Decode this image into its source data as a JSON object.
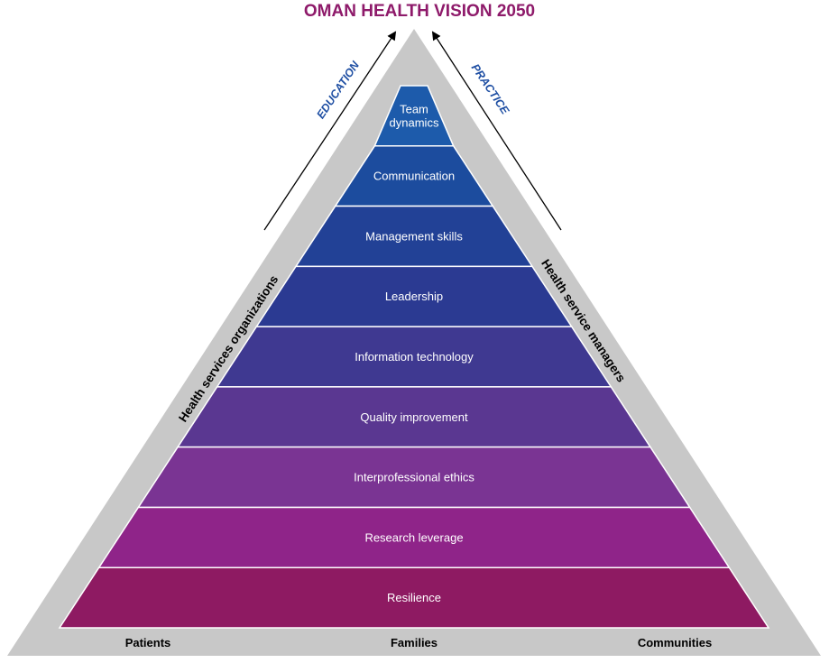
{
  "title": "OMAN HEALTH VISION 2050",
  "colors": {
    "title": "#8e1a6a",
    "arrow_label": "#1f4fa3",
    "outer": "#c8c8c8"
  },
  "arrows": {
    "left_label": "EDUCATION",
    "right_label": "PRACTICE"
  },
  "sides": {
    "left": "Health services organizations",
    "right": "Health service managers"
  },
  "tiers": [
    {
      "lines": [
        "Team",
        "dynamics"
      ],
      "color": "#1d5bab"
    },
    {
      "lines": [
        "Communication"
      ],
      "color": "#1c4c9e"
    },
    {
      "lines": [
        "Management skills"
      ],
      "color": "#224196"
    },
    {
      "lines": [
        "Leadership"
      ],
      "color": "#2b3a92"
    },
    {
      "lines": [
        "Information technology"
      ],
      "color": "#3f3991"
    },
    {
      "lines": [
        "Quality improvement"
      ],
      "color": "#5a3791"
    },
    {
      "lines": [
        "Interprofessional ethics"
      ],
      "color": "#7a3493"
    },
    {
      "lines": [
        "Research leverage"
      ],
      "color": "#8f2489"
    },
    {
      "lines": [
        "Resilience"
      ],
      "color": "#8e1a62"
    }
  ],
  "base": [
    "Patients",
    "Families",
    "Communities"
  ]
}
